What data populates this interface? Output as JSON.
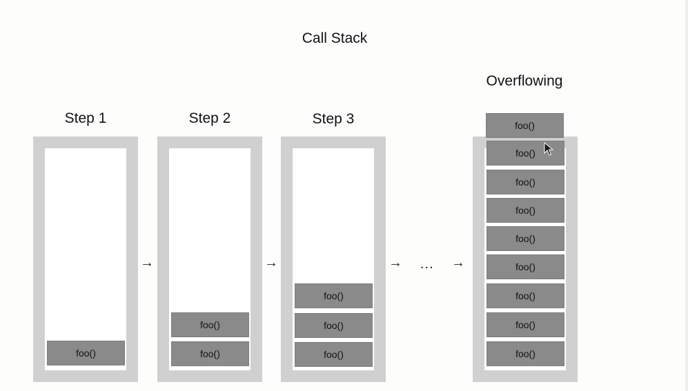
{
  "diagram": {
    "title": "Call Stack",
    "steps": [
      {
        "label": "Step 1",
        "frames": [
          "foo()"
        ]
      },
      {
        "label": "Step 2",
        "frames": [
          "foo()",
          "foo()"
        ]
      },
      {
        "label": "Step 3",
        "frames": [
          "foo()",
          "foo()",
          "foo()"
        ]
      },
      {
        "label": "Overflowing",
        "frames": [
          "foo()",
          "foo()",
          "foo()",
          "foo()",
          "foo()",
          "foo()",
          "foo()",
          "foo()",
          "foo()"
        ]
      }
    ],
    "arrow_symbol": "→",
    "ellipsis": "..."
  }
}
